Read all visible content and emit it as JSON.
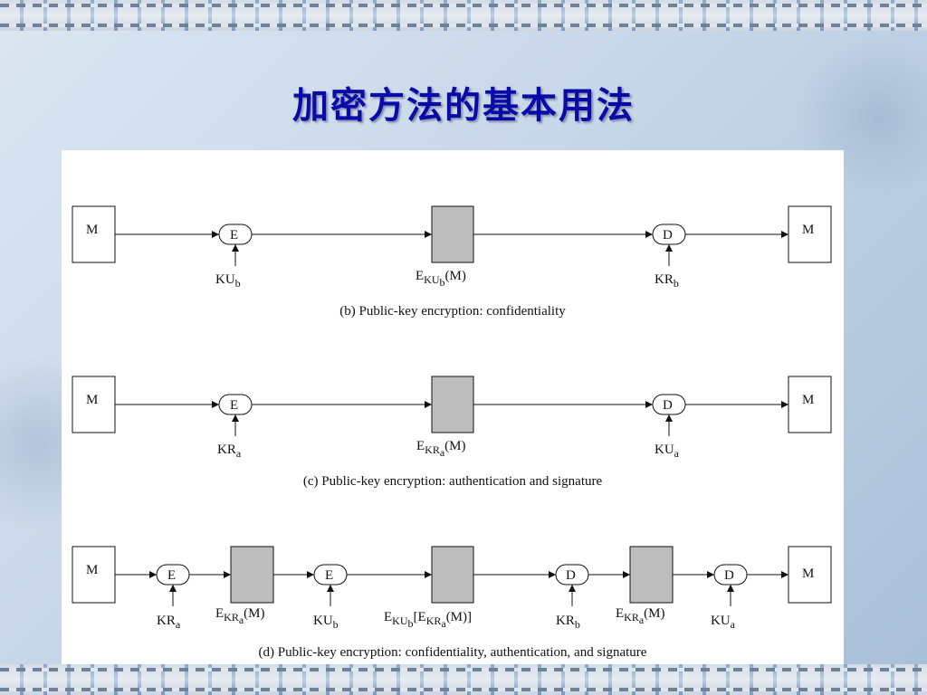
{
  "slide": {
    "title": "加密方法的基本用法"
  },
  "diagram": {
    "b": {
      "caption": "(b) Public-key encryption: confidentiality",
      "plain_in": "M",
      "plain_out": "M",
      "encrypt": "E",
      "decrypt": "D",
      "key_in": {
        "base": "KU",
        "sub": "b"
      },
      "cipher": {
        "base": "E",
        "key": "KU",
        "keysub": "b",
        "tail": "(M)"
      },
      "key_out": {
        "base": "KR",
        "sub": "b"
      }
    },
    "c": {
      "caption": "(c) Public-key encryption: authentication and signature",
      "plain_in": "M",
      "plain_out": "M",
      "encrypt": "E",
      "decrypt": "D",
      "key_in": {
        "base": "KR",
        "sub": "a"
      },
      "cipher": {
        "base": "E",
        "key": "KR",
        "keysub": "a",
        "tail": "(M)"
      },
      "key_out": {
        "base": "KU",
        "sub": "a"
      }
    },
    "d": {
      "caption": "(d) Public-key encryption: confidentiality, authentication, and signature",
      "plain_in": "M",
      "plain_out": "M",
      "e1": "E",
      "e2": "E",
      "d1": "D",
      "d2": "D",
      "k1": {
        "base": "KR",
        "sub": "a"
      },
      "c1": {
        "base": "E",
        "key": "KR",
        "keysub": "a",
        "tail": "(M)"
      },
      "k2": {
        "base": "KU",
        "sub": "b"
      },
      "c2": {
        "base": "E",
        "key": "KU",
        "keysub": "b",
        "mid": "[E",
        "key2": "KR",
        "key2sub": "a",
        "tail": "(M)]"
      },
      "k3": {
        "base": "KR",
        "sub": "b"
      },
      "c3": {
        "base": "E",
        "key": "KR",
        "keysub": "a",
        "tail": "(M)"
      },
      "k4": {
        "base": "KU",
        "sub": "a"
      }
    }
  }
}
